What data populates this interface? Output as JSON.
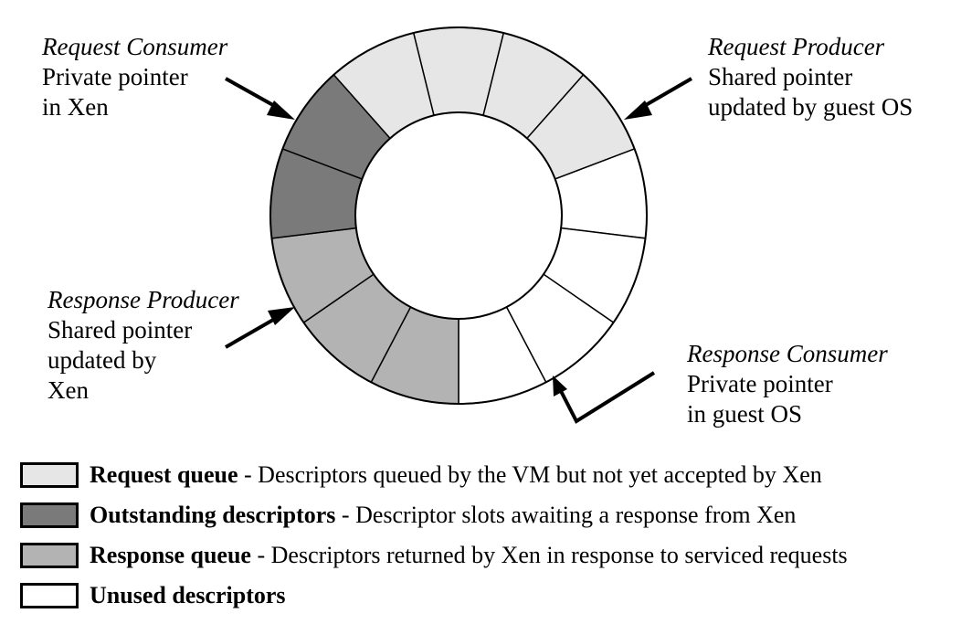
{
  "colors": {
    "request": "#e6e6e6",
    "outstanding": "#7a7a7a",
    "response": "#b3b3b3",
    "unused": "#ffffff"
  },
  "ring": {
    "segments": [
      {
        "state": "request"
      },
      {
        "state": "request"
      },
      {
        "state": "request"
      },
      {
        "state": "unused"
      },
      {
        "state": "unused"
      },
      {
        "state": "unused"
      },
      {
        "state": "unused"
      },
      {
        "state": "response"
      },
      {
        "state": "response"
      },
      {
        "state": "response"
      },
      {
        "state": "outstanding"
      },
      {
        "state": "outstanding"
      },
      {
        "state": "request"
      }
    ]
  },
  "pointers": {
    "request_consumer": {
      "role": "Request Consumer",
      "line1": "Private pointer",
      "line2": "in Xen"
    },
    "request_producer": {
      "role": "Request Producer",
      "line1": "Shared pointer",
      "line2": "updated by guest OS"
    },
    "response_producer": {
      "role": "Response Producer",
      "line1": "Shared pointer",
      "line2": "updated by",
      "line3": "Xen"
    },
    "response_consumer": {
      "role": "Response Consumer",
      "line1": "Private pointer",
      "line2": "in guest OS"
    }
  },
  "legend": [
    {
      "title": "Request queue",
      "desc": " - Descriptors queued by the VM but not yet accepted by Xen",
      "state": "request"
    },
    {
      "title": "Outstanding descriptors",
      "desc": " - Descriptor slots awaiting a response from Xen",
      "state": "outstanding"
    },
    {
      "title": "Response queue",
      "desc": " - Descriptors returned by Xen in response to serviced requests",
      "state": "response"
    },
    {
      "title": "Unused descriptors",
      "desc": "",
      "state": "unused"
    }
  ]
}
